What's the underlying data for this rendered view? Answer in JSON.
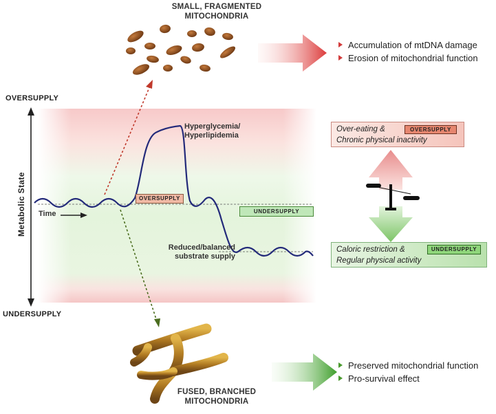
{
  "top_caption": [
    "SMALL, FRAGMENTED",
    "MITOCHONDRIA"
  ],
  "bottom_caption": [
    "FUSED, BRANCHED",
    "MITOCHONDRIA"
  ],
  "top_effects": [
    "Accumulation of mtDNA damage",
    "Erosion of mitochondrial function"
  ],
  "bottom_effects": [
    "Preserved mitochondrial function",
    "Pro-survival effect"
  ],
  "axis": {
    "top": "OVERSUPPLY",
    "bottom": "UNDERSUPPLY",
    "title": "Metabolic State",
    "time": "Time"
  },
  "curve_labels": {
    "high": [
      "Hyperglycemia/",
      "Hyperlipidemia"
    ],
    "low": [
      "Reduced/balanced",
      "substrate supply"
    ]
  },
  "tags": {
    "over": "OVERSUPPLY",
    "under": "UNDERSUPPLY"
  },
  "boxes": {
    "over": {
      "line1": "Over-eating &",
      "line2": "Chronic physical inactivity",
      "tag": "OVERSUPPLY"
    },
    "under": {
      "line1": "Caloric restriction &",
      "line2": "Regular physical activity",
      "tag": "UNDERSUPPLY"
    }
  },
  "colors": {
    "curve": "#232a7a",
    "oversupply_red": "#e04646",
    "undersupply_green": "#4caa35",
    "mito_brown": "#8b4f22",
    "mito_gold": "#c08a2a"
  }
}
